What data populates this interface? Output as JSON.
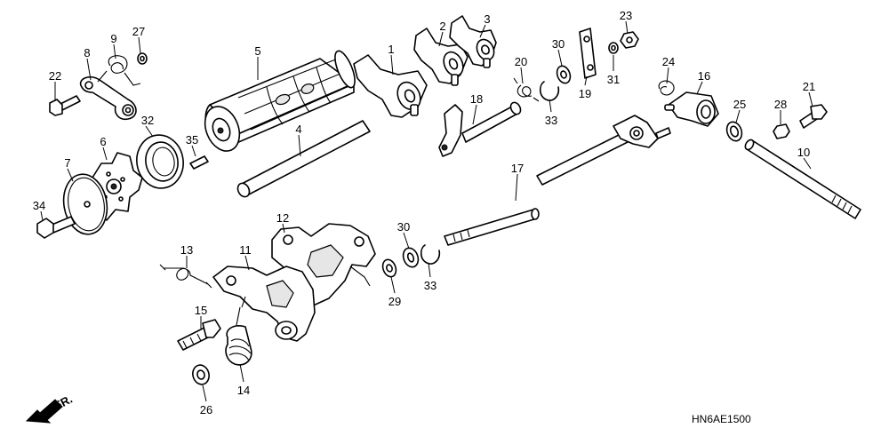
{
  "diagram_code": "HN6AE1500",
  "direction_label": "FR.",
  "callouts": [
    "1",
    "2",
    "3",
    "4",
    "5",
    "6",
    "7",
    "8",
    "9",
    "10",
    "11",
    "12",
    "13",
    "14",
    "15",
    "16",
    "17",
    "18",
    "19",
    "20",
    "21",
    "22",
    "23",
    "24",
    "25",
    "26",
    "27",
    "28",
    "29",
    "30",
    "31",
    "32",
    "33",
    "34",
    "35"
  ],
  "callout_30b": "30",
  "callout_33b": "33",
  "icons": {
    "front_arrow": "arrow-down-left-icon"
  }
}
